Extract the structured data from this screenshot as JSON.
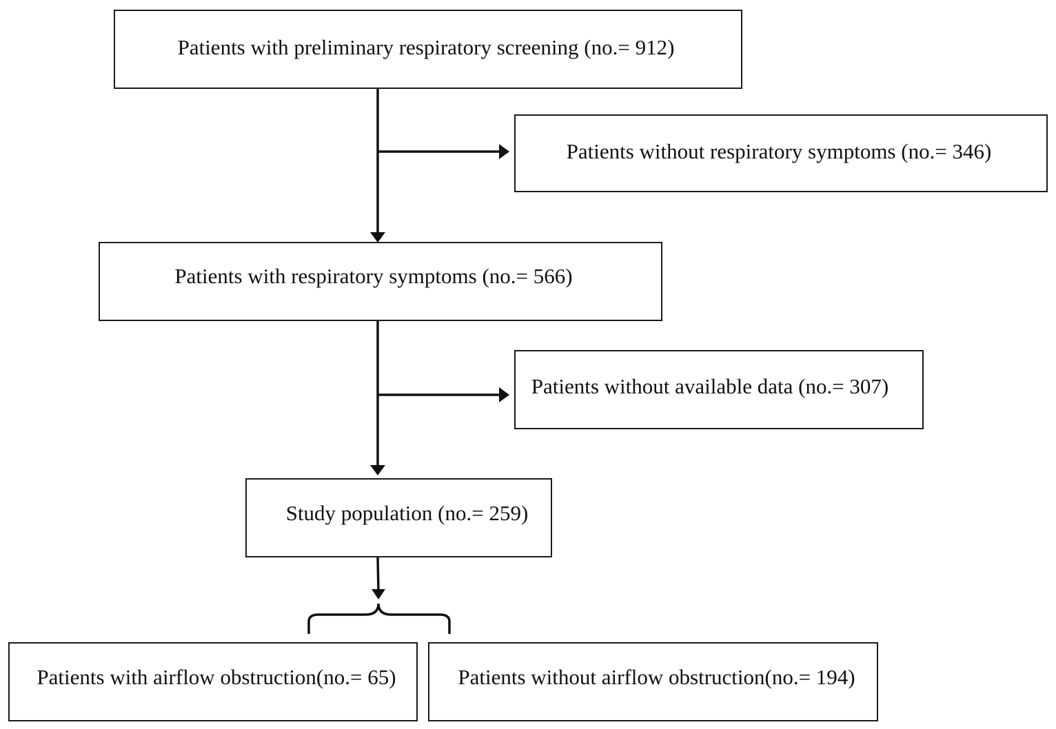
{
  "boxes": {
    "screening": "Patients with preliminary respiratory screening (no.= 912)",
    "no_symptoms": "Patients without respiratory symptoms (no.= 346)",
    "symptoms": "Patients with respiratory symptoms (no.= 566)",
    "no_data": "Patients without available data (no.= 307)",
    "study": "Study population (no.= 259)",
    "obstruction": "Patients with airflow obstruction(no.= 65)",
    "no_obstruction": "Patients without airflow obstruction(no.= 194)"
  },
  "colors": {
    "line": "#111111",
    "border": "#1a1a1a",
    "background": "#ffffff"
  }
}
